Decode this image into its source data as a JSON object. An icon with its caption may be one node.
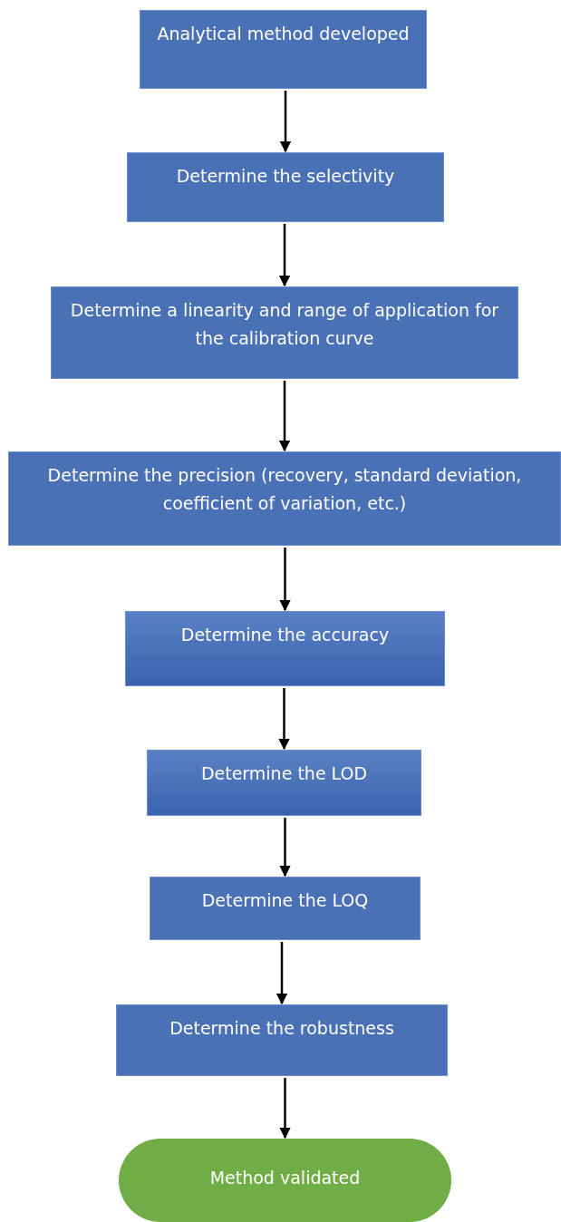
{
  "diagram": {
    "nodes": [
      {
        "text": [
          "Analytical method developed"
        ]
      },
      {
        "text": [
          "Determine the selectivity"
        ]
      },
      {
        "text": [
          "Determine a linearity and range of application for the calibration curve"
        ]
      },
      {
        "text": [
          "Determine the precision (recovery, standard deviation, coefficient of variation, etc.)"
        ]
      },
      {
        "text": [
          "Determine the accuracy"
        ]
      },
      {
        "text": [
          "Determine the LOD"
        ]
      },
      {
        "text": [
          "Determine the LOQ"
        ]
      },
      {
        "text": [
          "Determine the robustness"
        ]
      },
      {
        "text": [
          "Method validated"
        ]
      }
    ],
    "edges": [
      {
        "from": 0,
        "to": 1,
        "arrow": "to"
      },
      {
        "from": 1,
        "to": 2,
        "arrow": "to"
      },
      {
        "from": 2,
        "to": 3,
        "arrow": "to"
      },
      {
        "from": 3,
        "to": 4,
        "arrow": "to"
      },
      {
        "from": 4,
        "to": 5,
        "arrow": "to"
      },
      {
        "from": 5,
        "to": 6,
        "arrow": "to"
      },
      {
        "from": 6,
        "to": 7,
        "arrow": "to"
      },
      {
        "from": 7,
        "to": 8,
        "arrow": "to"
      }
    ]
  }
}
